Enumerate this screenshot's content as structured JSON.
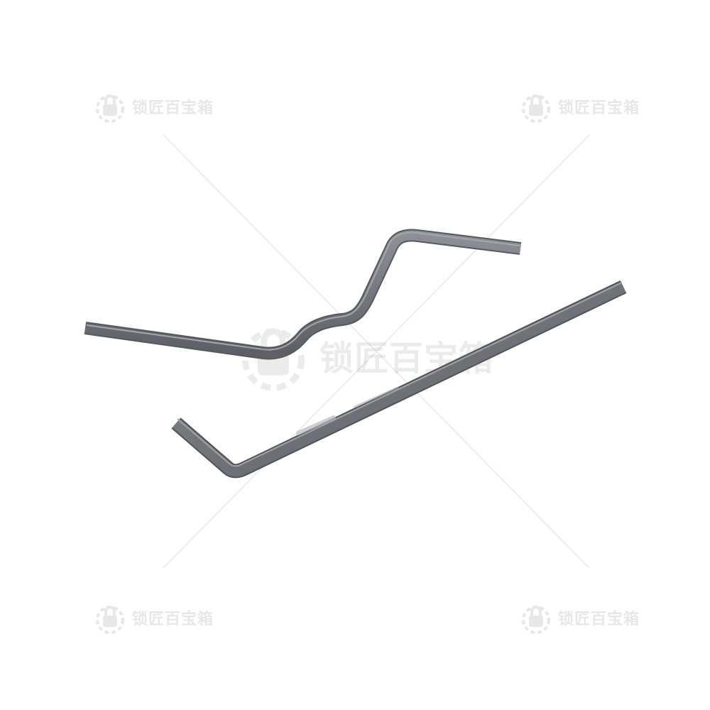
{
  "watermark": {
    "text": "锁匠百宝箱",
    "icon": "padlock-gear-icon",
    "color": "#6e6e6e"
  },
  "tools": [
    {
      "name": "wavy-tension-wrench",
      "color": "#7a7c82"
    },
    {
      "name": "l-shaped-tension-wrench",
      "color": "#7a7c82"
    }
  ],
  "background_color": "#ffffff"
}
